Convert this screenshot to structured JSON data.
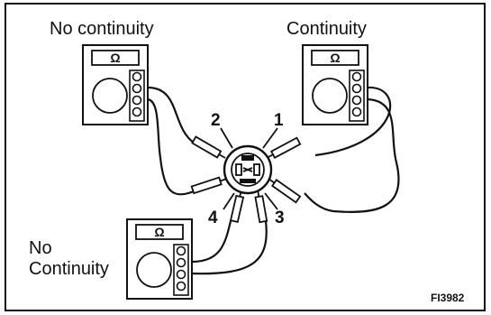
{
  "labels": {
    "no_continuity_top": "No continuity",
    "continuity": "Continuity",
    "no_continuity_bottom_line1": "No",
    "no_continuity_bottom_line2": "Continuity"
  },
  "terminals": [
    "1",
    "2",
    "3",
    "4"
  ],
  "meter_symbol": "Ω",
  "figure_code": "FI3982"
}
